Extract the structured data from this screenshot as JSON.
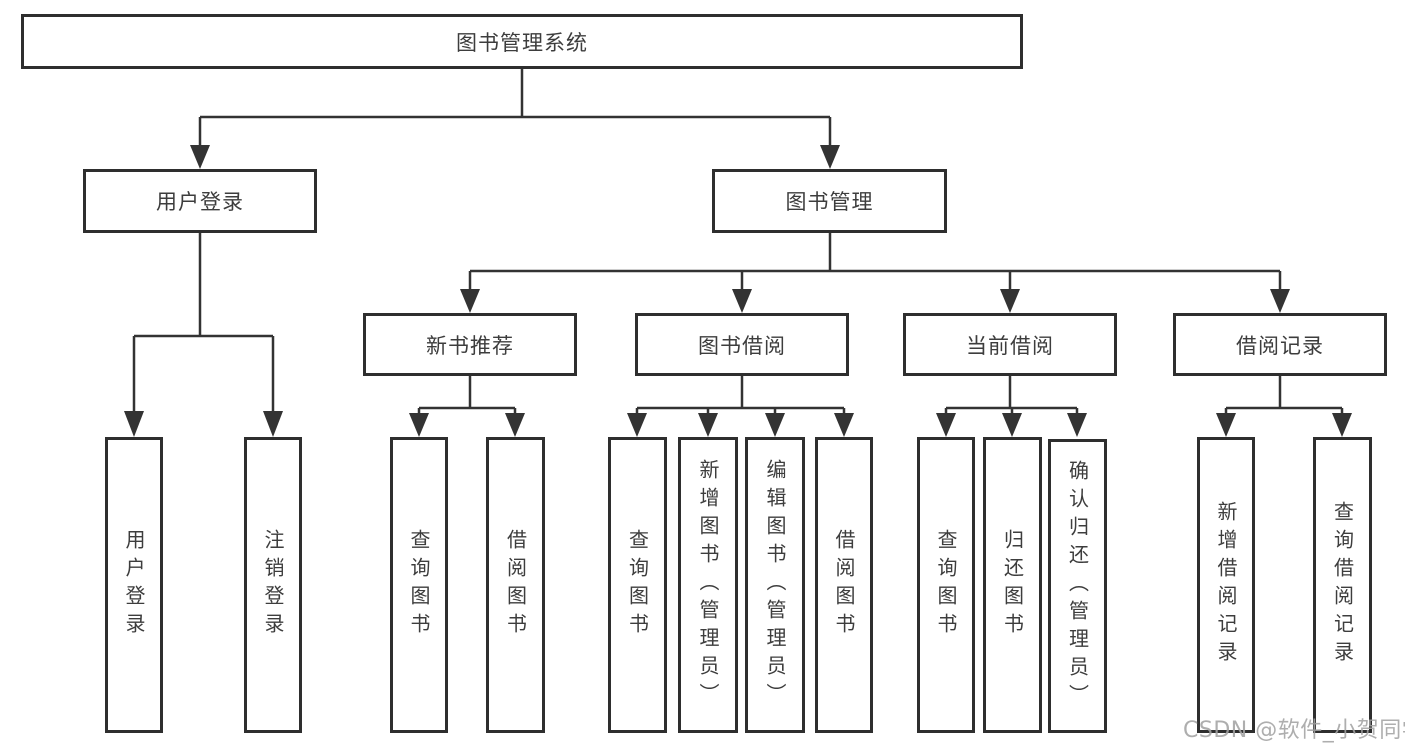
{
  "diagram": {
    "title": "图书管理系统",
    "branches": [
      {
        "label": "用户登录",
        "children": [
          "用户登录",
          "注销登录"
        ]
      },
      {
        "label": "图书管理",
        "children": [
          {
            "label": "新书推荐",
            "children": [
              "查询图书",
              "借阅图书"
            ]
          },
          {
            "label": "图书借阅",
            "children": [
              "查询图书",
              "新增图书（管理员）",
              "编辑图书（管理员）",
              "借阅图书"
            ]
          },
          {
            "label": "当前借阅",
            "children": [
              "查询图书",
              "归还图书",
              "确认归还（管理员）"
            ]
          },
          {
            "label": "借阅记录",
            "children": [
              "新增借阅记录",
              "查询借阅记录"
            ]
          }
        ]
      }
    ]
  },
  "watermark": {
    "text": "CSDN @软件_小贺同学"
  },
  "colors": {
    "line": "#333333",
    "border": "#2e2e2e",
    "text": "#3d3d3d",
    "background": "#ffffff",
    "watermark": "#a3a3a3"
  }
}
